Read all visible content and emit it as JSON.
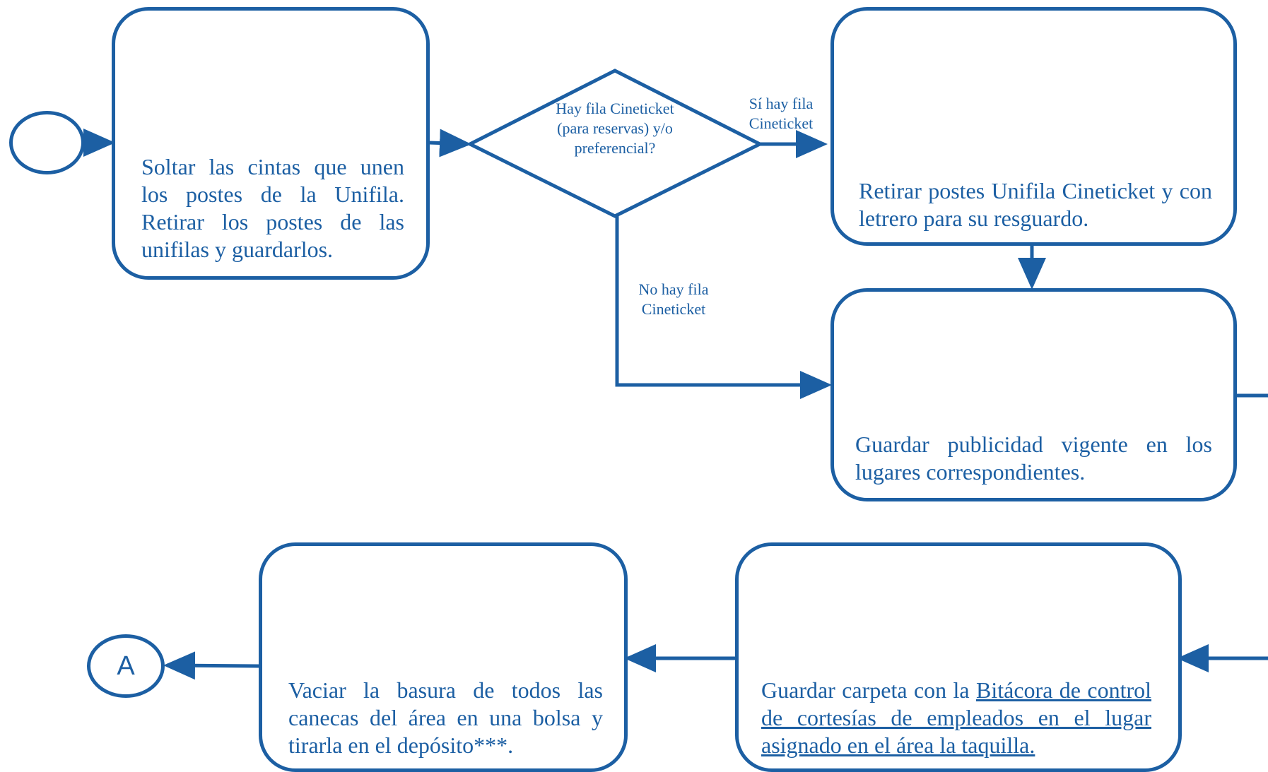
{
  "colors": {
    "line": "#1c5fa3",
    "uniform": "#1d2f63",
    "pants": "#c8b596",
    "skin": "#c98f6c"
  },
  "boxes": {
    "unifila": "Soltar las cintas que unen los postes de la  Unifila. Retirar los postes de las unifilas y guardarlos.",
    "cineticket": "Retirar postes Unifila Cineticket y con  letrero para su resguardo.",
    "publicidad": "Guardar publicidad vigente en los lugares correspondientes.",
    "carpeta_prefix": "Guardar carpeta con la ",
    "carpeta_link": "Bitácora de control de cortesías de empleados en el lugar asignado en el área la taquilla.",
    "basura": "Vaciar la basura de todos las canecas  del área en una bolsa y tirarla en el depósito***."
  },
  "decision": {
    "question": "Hay fila Cineticket (para reservas) y/o preferencial?",
    "yes_label": "Sí hay fila Cineticket",
    "no_label": "No hay fila Cineticket"
  },
  "connectors": {
    "end": "A"
  },
  "icons": [
    "person-with-barrier-icon",
    "person-standing-icon",
    "person-with-sign-icon",
    "person-with-poster-icon",
    "person-at-drawer-icon",
    "garbage-bag-icon"
  ]
}
